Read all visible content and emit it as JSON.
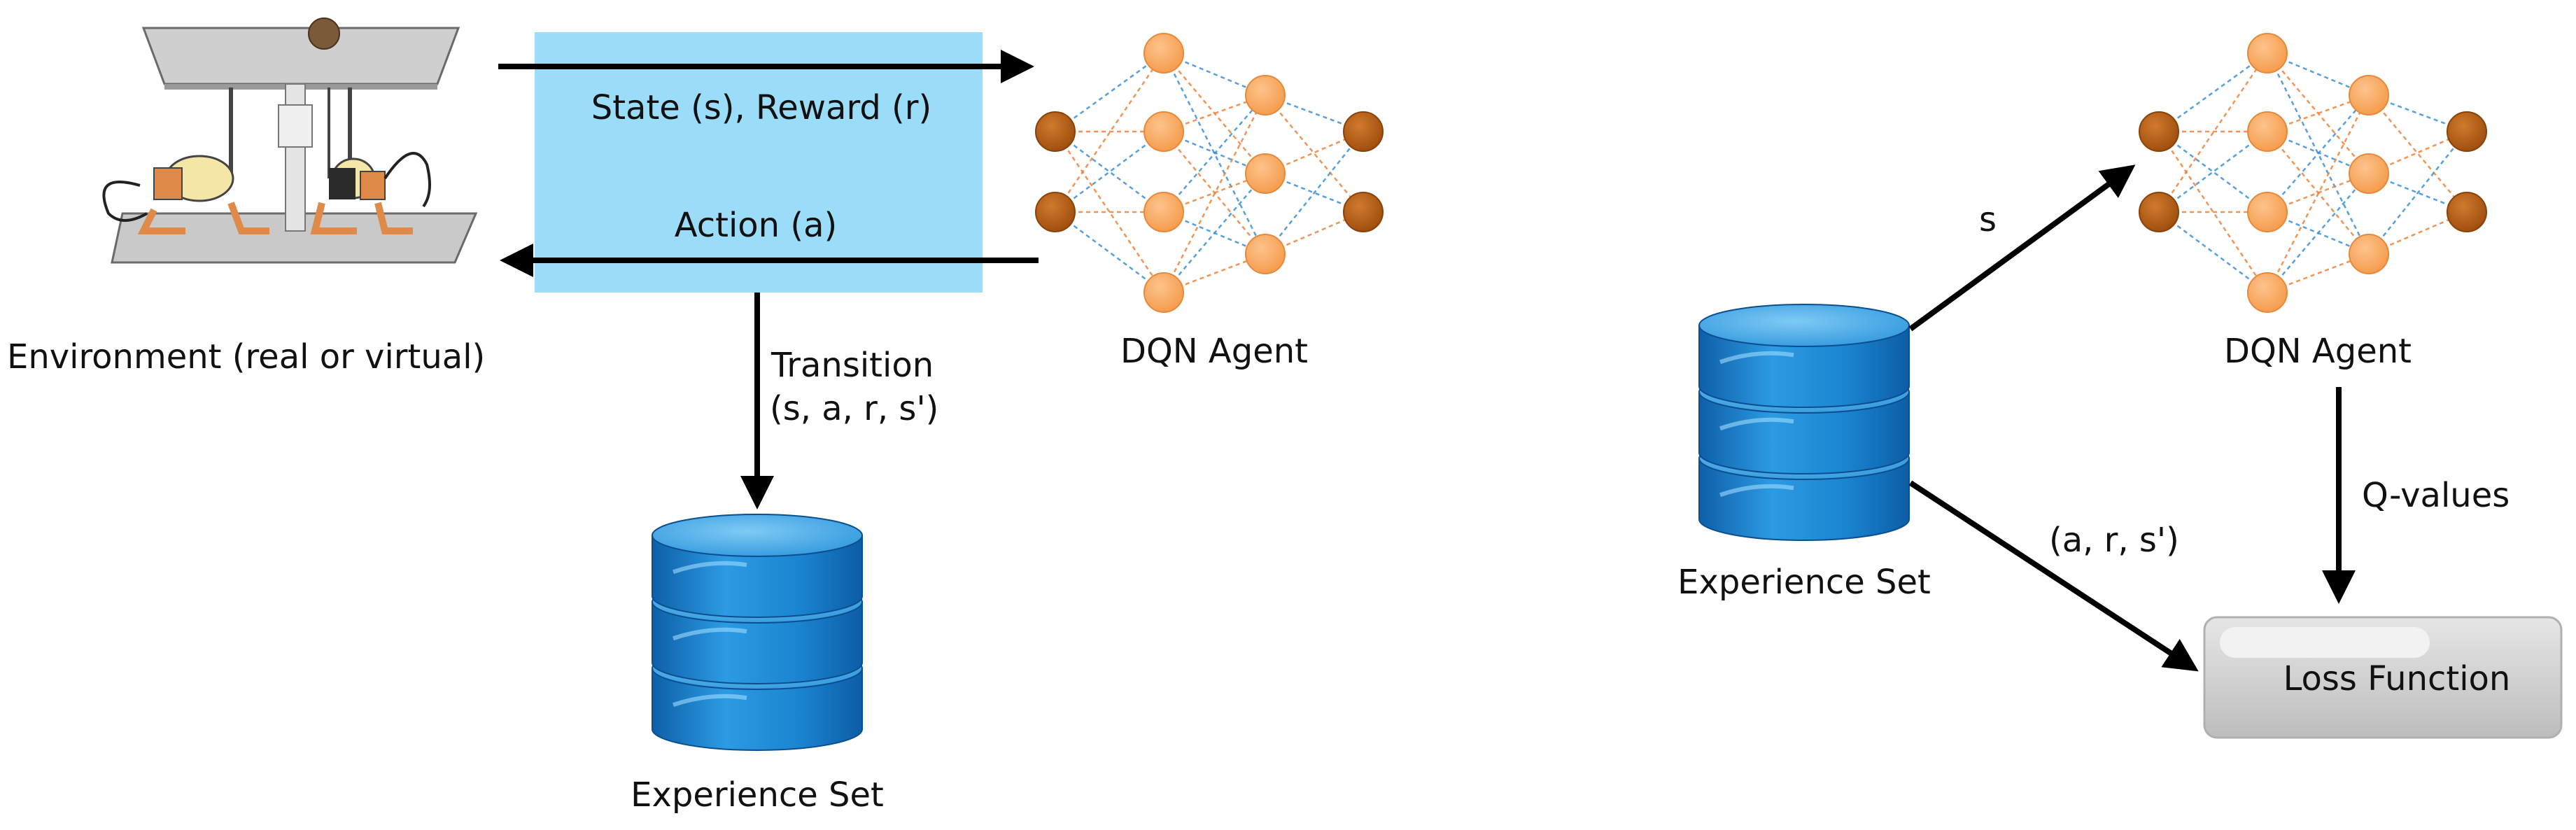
{
  "left_panel": {
    "environment_label": "Environment (real or virtual)",
    "state_reward_label": "State (s), Reward (r)",
    "action_label": "Action (a)",
    "transition_label_line1": "Transition",
    "transition_label_line2": "(s, a, r, s')",
    "agent_label": "DQN Agent",
    "experience_label": "Experience Set"
  },
  "right_panel": {
    "state_label": "s",
    "agent_label": "DQN Agent",
    "experience_label": "Experience Set",
    "tuple_label": "(a, r, s')",
    "qvalues_label": "Q-values",
    "loss_label": "Loss Function"
  },
  "colors": {
    "interaction_box": "#9bdcf8",
    "neuron_light": "#f9a45c",
    "neuron_dark": "#b35a10",
    "database": "#1e88d2",
    "loss_box": "#cfcfcf"
  }
}
